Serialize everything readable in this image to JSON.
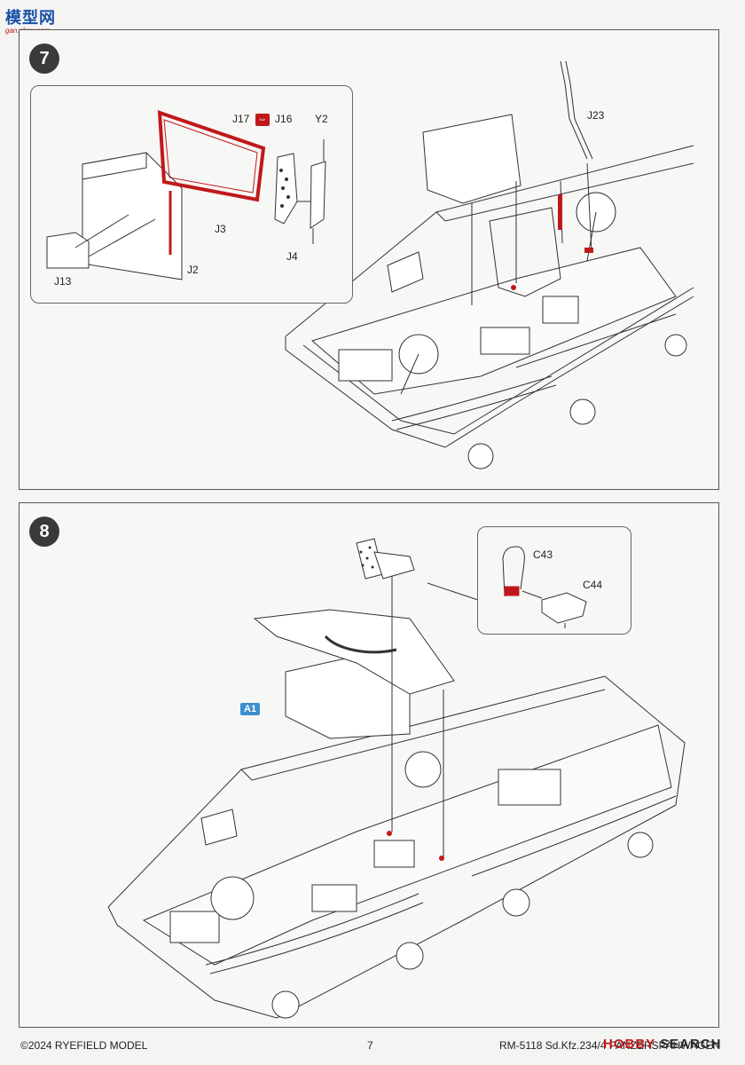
{
  "watermark": {
    "title": "模型网",
    "url": "gan.shou.com",
    "brand_hobby": "HOBBY",
    "brand_search": "SEARCH"
  },
  "step7": {
    "number": "7",
    "inset_labels": {
      "j17": "J17",
      "j16": "J16",
      "y2": "Y2",
      "j3": "J3",
      "j4": "J4",
      "j13": "J13",
      "j2": "J2"
    },
    "main_labels": {
      "j23": "J23"
    }
  },
  "step8": {
    "number": "8",
    "inset_labels": {
      "c43": "C43",
      "c44": "C44"
    },
    "main_labels": {
      "a1": "A1"
    }
  },
  "footer": {
    "copyright": "©2024 RYEFIELD MODEL",
    "page": "7",
    "code": "RM-5118 Sd.Kfz.234/4 PANZERSPÄHWAGEN"
  },
  "colors": {
    "highlight": "#c0181a",
    "tag": "#3b8fd0"
  }
}
